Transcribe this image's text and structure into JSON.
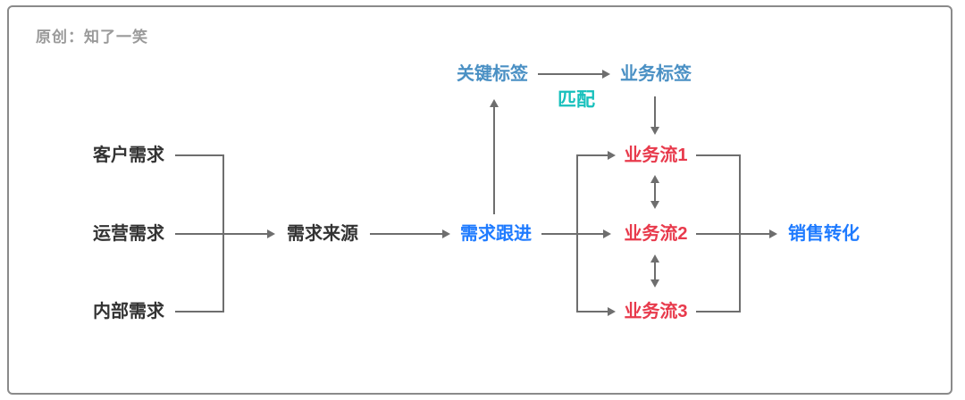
{
  "watermark": "原创：知了一笑",
  "colors": {
    "frame_border": "#8a8a8a",
    "connector_line": "#6e6e6e",
    "text_dark": "#333333",
    "watermark_gray": "#9a9a9a",
    "accent_blue": "#1f7bff",
    "accent_steel_blue": "#4a90c4",
    "accent_teal": "#17c0bc",
    "accent_red": "#e83a4c"
  },
  "nodes": {
    "customer_demand": {
      "label": "客户需求"
    },
    "operation_demand": {
      "label": "运营需求"
    },
    "internal_demand": {
      "label": "内部需求"
    },
    "demand_source": {
      "label": "需求来源"
    },
    "demand_followup": {
      "label": "需求跟进"
    },
    "key_tag": {
      "label": "关键标签"
    },
    "business_tag": {
      "label": "业务标签"
    },
    "match_label": {
      "label": "匹配"
    },
    "business_flow_1": {
      "label": "业务流1"
    },
    "business_flow_2": {
      "label": "业务流2"
    },
    "business_flow_3": {
      "label": "业务流3"
    },
    "sales_conversion": {
      "label": "销售转化"
    }
  }
}
